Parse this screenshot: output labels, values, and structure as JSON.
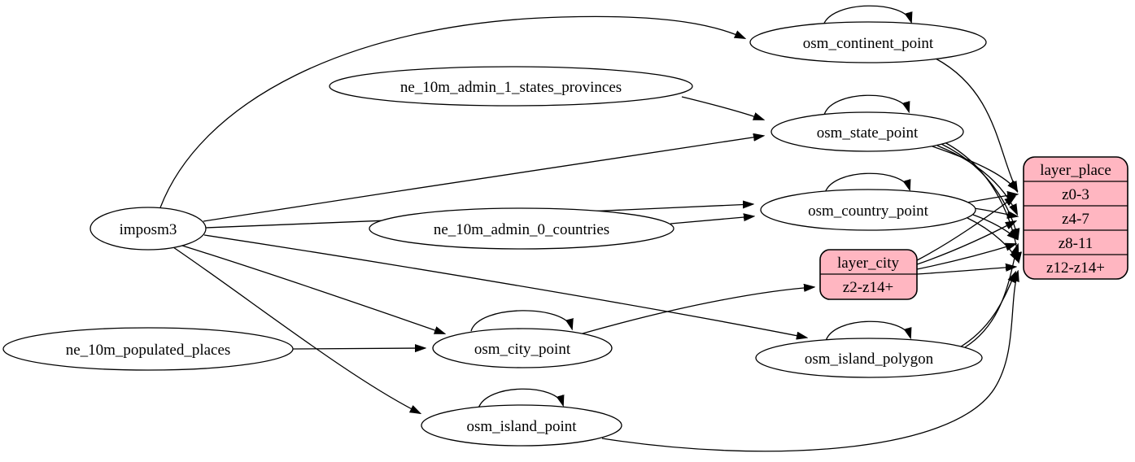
{
  "diagram": {
    "background_color": "#ffffff",
    "node_fill_color": "#ffffff",
    "record_fill_color": "#ffb6c1",
    "stroke_color": "#000000"
  },
  "nodes": {
    "imposm3": {
      "label": "imposm3"
    },
    "ne_10m_admin_1_states_provinces": {
      "label": "ne_10m_admin_1_states_provinces"
    },
    "ne_10m_admin_0_countries": {
      "label": "ne_10m_admin_0_countries"
    },
    "ne_10m_populated_places": {
      "label": "ne_10m_populated_places"
    },
    "osm_continent_point": {
      "label": "osm_continent_point"
    },
    "osm_state_point": {
      "label": "osm_state_point"
    },
    "osm_country_point": {
      "label": "osm_country_point"
    },
    "osm_city_point": {
      "label": "osm_city_point"
    },
    "osm_island_polygon": {
      "label": "osm_island_polygon"
    },
    "osm_island_point": {
      "label": "osm_island_point"
    }
  },
  "records": {
    "layer_city": {
      "title": "layer_city",
      "rows": [
        "z2-z14+"
      ]
    },
    "layer_place": {
      "title": "layer_place",
      "rows": [
        "z0-3",
        "z4-7",
        "z8-11",
        "z12-z14+"
      ]
    }
  },
  "edges": [
    {
      "from": "imposm3",
      "to": "osm_continent_point"
    },
    {
      "from": "imposm3",
      "to": "osm_state_point"
    },
    {
      "from": "imposm3",
      "to": "osm_country_point"
    },
    {
      "from": "imposm3",
      "to": "osm_city_point"
    },
    {
      "from": "imposm3",
      "to": "osm_island_polygon"
    },
    {
      "from": "imposm3",
      "to": "osm_island_point"
    },
    {
      "from": "ne_10m_admin_1_states_provinces",
      "to": "osm_state_point"
    },
    {
      "from": "ne_10m_admin_0_countries",
      "to": "osm_country_point"
    },
    {
      "from": "ne_10m_populated_places",
      "to": "osm_city_point"
    },
    {
      "from": "osm_continent_point",
      "to": "osm_continent_point"
    },
    {
      "from": "osm_state_point",
      "to": "osm_state_point"
    },
    {
      "from": "osm_country_point",
      "to": "osm_country_point"
    },
    {
      "from": "osm_city_point",
      "to": "osm_city_point"
    },
    {
      "from": "osm_island_polygon",
      "to": "osm_island_polygon"
    },
    {
      "from": "osm_island_point",
      "to": "osm_island_point"
    },
    {
      "from": "osm_continent_point",
      "to": "layer_place:z0-3"
    },
    {
      "from": "osm_state_point",
      "to": "layer_place:z0-3"
    },
    {
      "from": "osm_state_point",
      "to": "layer_place:z4-7"
    },
    {
      "from": "osm_state_point",
      "to": "layer_place:z8-11"
    },
    {
      "from": "osm_state_point",
      "to": "layer_place:z12-z14+"
    },
    {
      "from": "osm_country_point",
      "to": "layer_place:z0-3"
    },
    {
      "from": "osm_country_point",
      "to": "layer_place:z4-7"
    },
    {
      "from": "osm_country_point",
      "to": "layer_place:z8-11"
    },
    {
      "from": "osm_country_point",
      "to": "layer_place:z12-z14+"
    },
    {
      "from": "osm_city_point",
      "to": "layer_city:z2-z14+"
    },
    {
      "from": "layer_city",
      "to": "layer_place:z0-3"
    },
    {
      "from": "layer_city",
      "to": "layer_place:z4-7"
    },
    {
      "from": "layer_city",
      "to": "layer_place:z8-11"
    },
    {
      "from": "layer_city",
      "to": "layer_place:z12-z14+"
    },
    {
      "from": "osm_island_polygon",
      "to": "layer_place:z8-11"
    },
    {
      "from": "osm_island_polygon",
      "to": "layer_place:z12-z14+"
    },
    {
      "from": "osm_island_point",
      "to": "layer_place:z12-z14+"
    }
  ]
}
